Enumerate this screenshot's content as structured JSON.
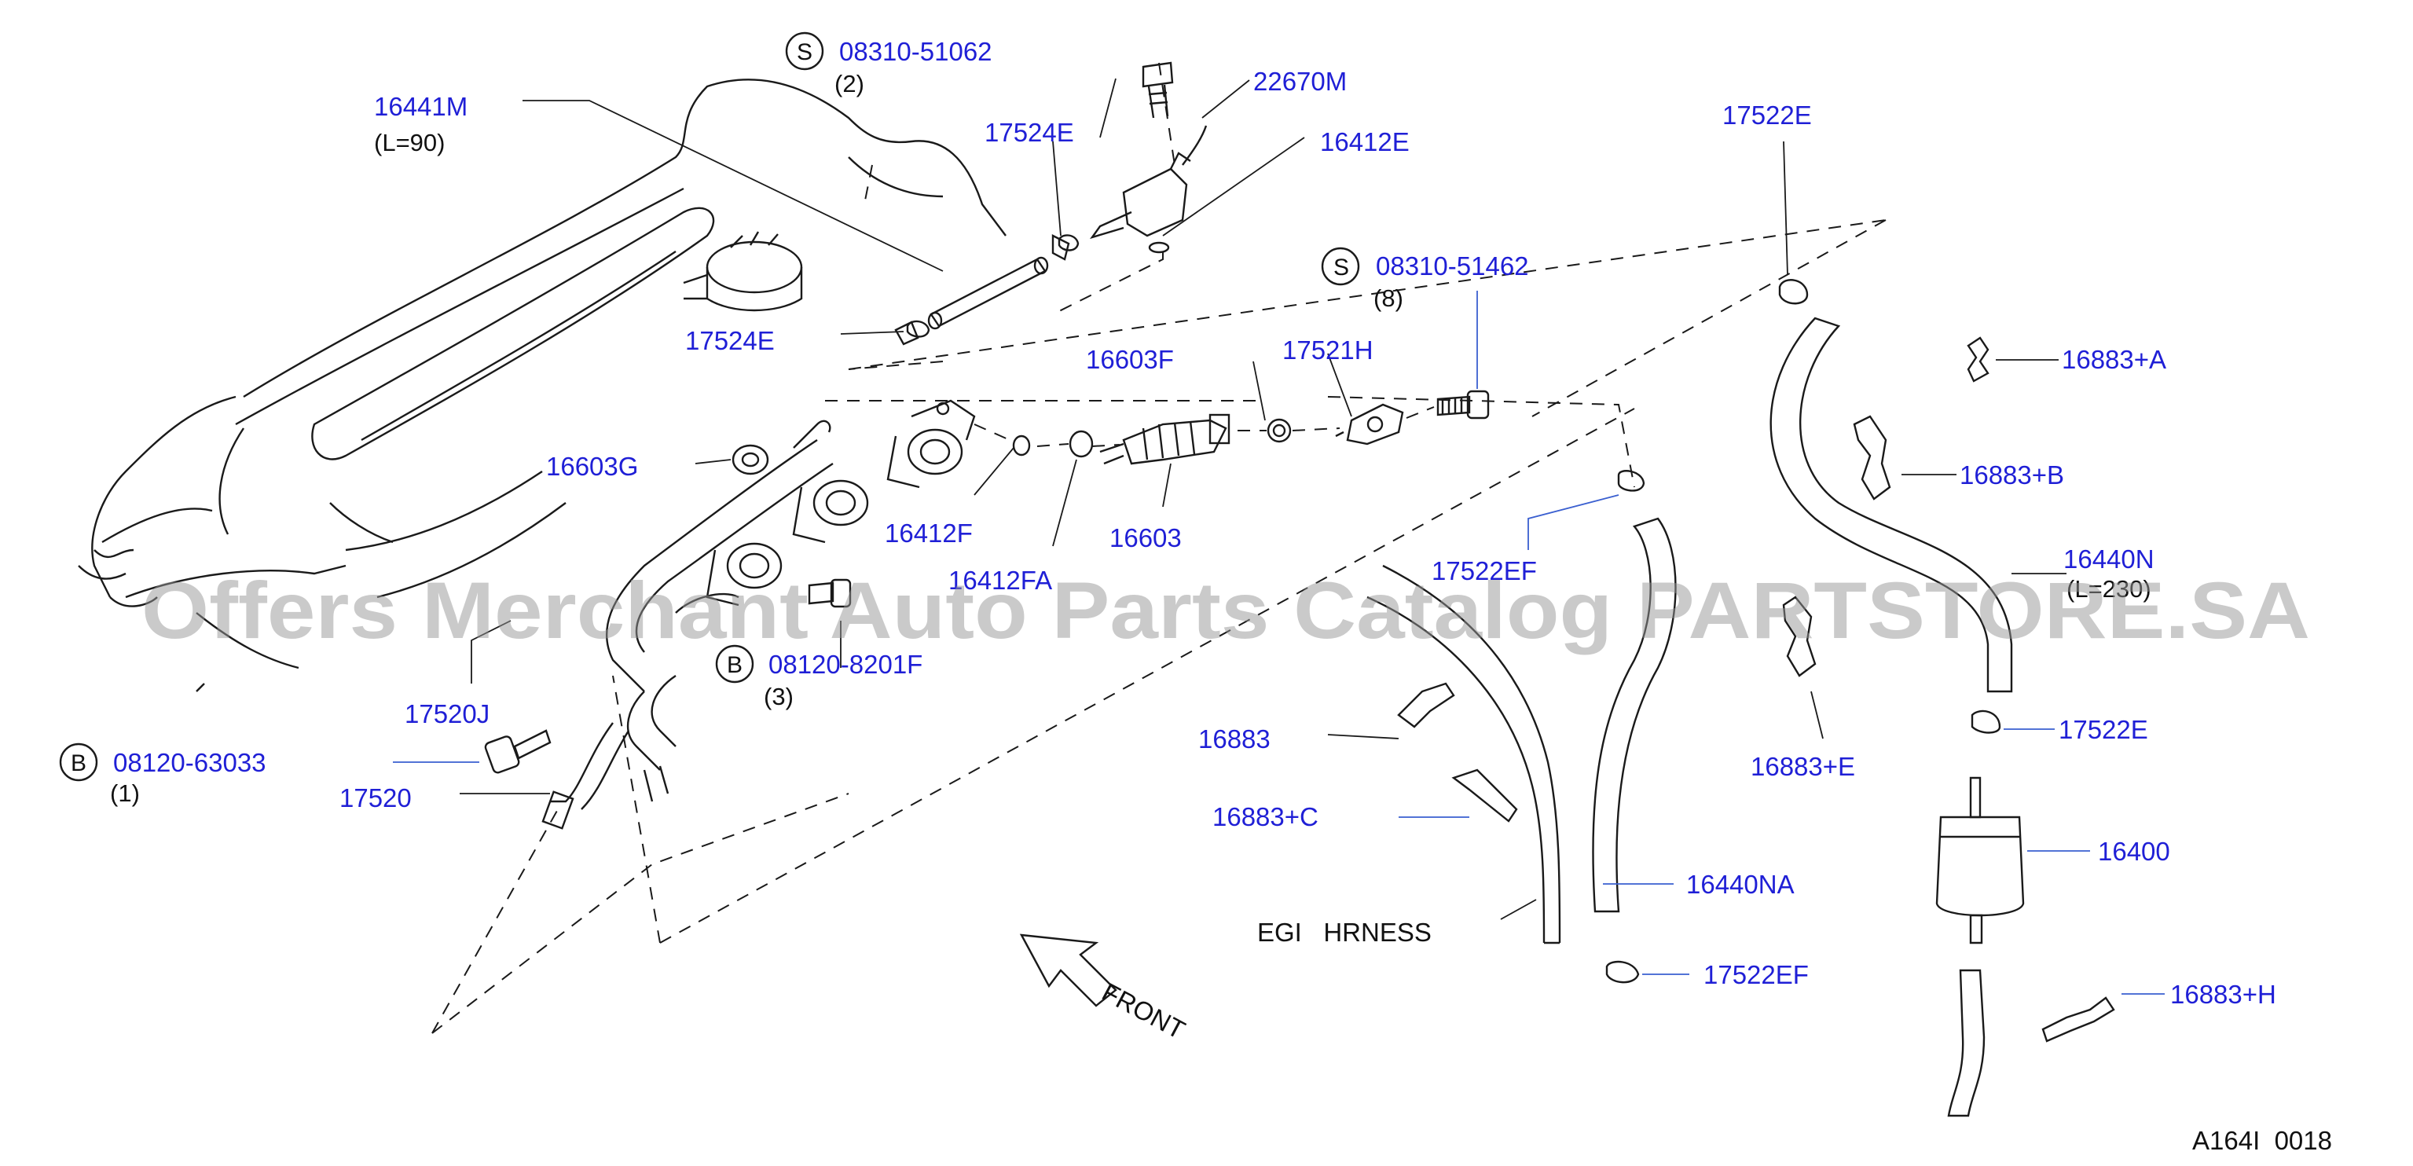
{
  "colors": {
    "line": "#1a1a1a",
    "part_number": "#1f1fd6",
    "leader_blue": "#3a5fd0",
    "text": "#111111",
    "watermark": "rgba(150,150,150,0.5)"
  },
  "watermark": "Offers Merchant Auto Parts Catalog PARTSTORE.SA",
  "diagram_code": "A164I  0018",
  "front_label": "FRONT",
  "harness_label": "EGI   HRNESS",
  "callouts": {
    "p16441M": "16441M",
    "p16441M_len": "(L=90)",
    "s1_mark": "S",
    "s1_pn": "08310-51062",
    "s1_qty": "(2)",
    "p22670M": "22670M",
    "p17524E_a": "17524E",
    "p16412E": "16412E",
    "p17524E_b": "17524E",
    "s2_mark": "S",
    "s2_pn": "08310-51462",
    "s2_qty": "(8)",
    "p16603F": "16603F",
    "p17521H": "17521H",
    "p16603G": "16603G",
    "p16412F": "16412F",
    "p16603": "16603",
    "p16412FA": "16412FA",
    "b1_mark": "B",
    "b1_pn": "08120-8201F",
    "b1_qty": "(3)",
    "p17520J": "17520J",
    "b2_mark": "B",
    "b2_pn": "08120-63033",
    "b2_qty": "(1)",
    "p17520": "17520",
    "p17522E_top": "17522E",
    "p16883A": "16883+A",
    "p16883B": "16883+B",
    "p16440N": "16440N",
    "p16440N_len": "(L=230)",
    "p17522EF_a": "17522EF",
    "p16883": "16883",
    "p16883C": "16883+C",
    "p16883E": "16883+E",
    "p17522E_mid": "17522E",
    "p16400": "16400",
    "p16440NA": "16440NA",
    "p17522EF_b": "17522EF",
    "p16883H": "16883+H"
  }
}
